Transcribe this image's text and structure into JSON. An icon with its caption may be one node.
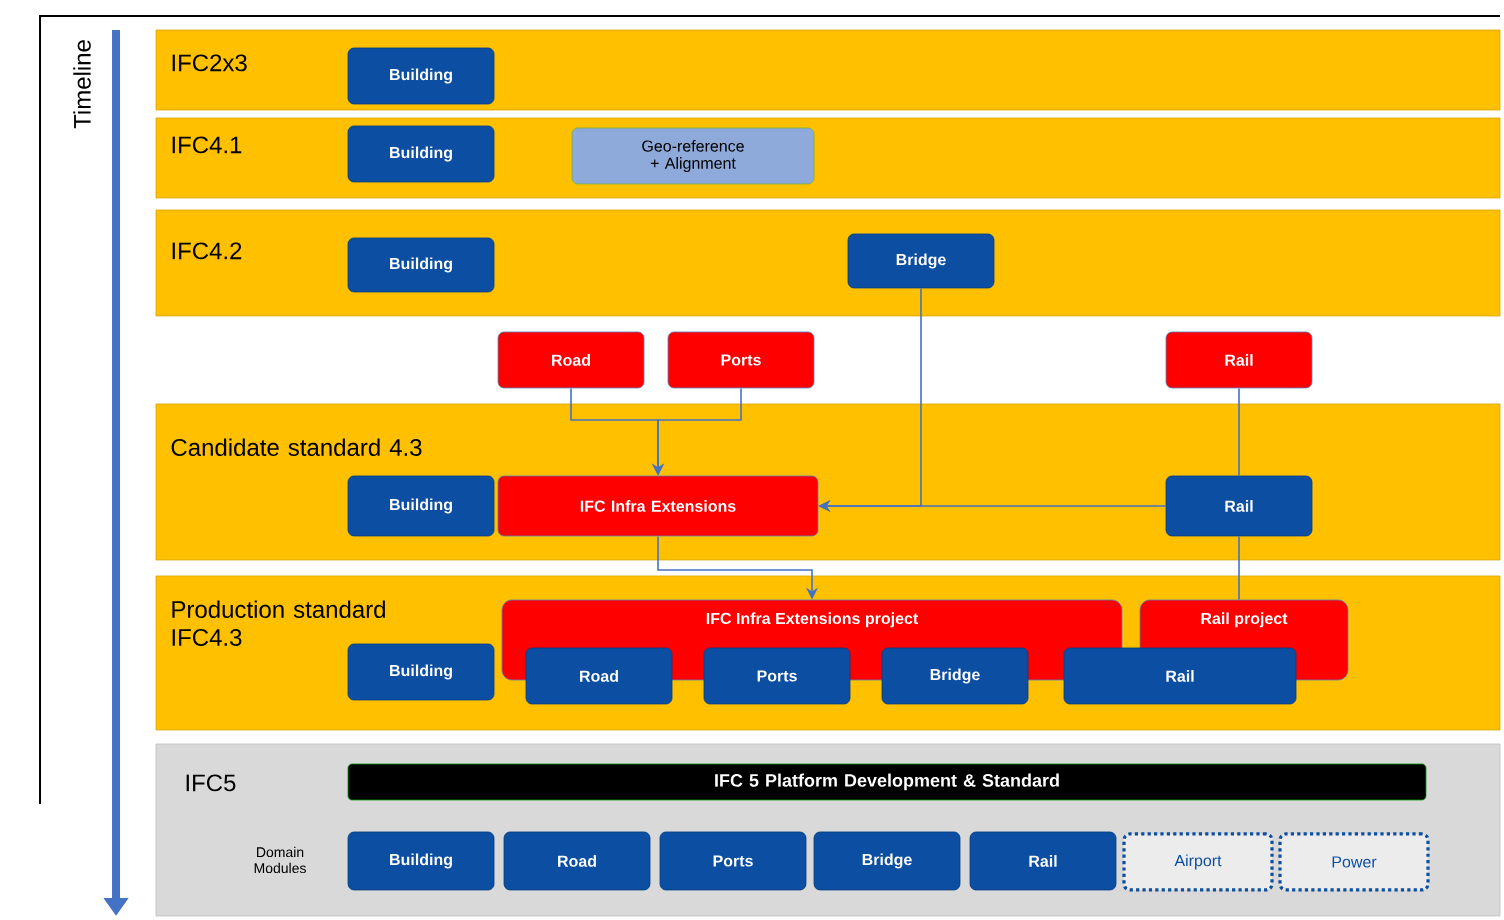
{
  "diagram": {
    "nodes": [
      {
        "text": [
          "IFC2x3"
        ]
      },
      {
        "text": [
          "IFC4.1"
        ]
      },
      {
        "text": [
          "IFC4.2"
        ]
      },
      {
        "text": [
          "Candidate standard 4.3"
        ]
      },
      {
        "text": [
          "Production standard IFC4.3"
        ]
      },
      {
        "text": [
          "IFC5",
          "Domain Modules"
        ]
      },
      {
        "text": [
          "Building"
        ],
        "in": 0
      },
      {
        "text": [
          "Building"
        ],
        "in": 1
      },
      {
        "text": [
          "Geo-reference + Alignment"
        ],
        "in": 1
      },
      {
        "text": [
          "Building"
        ],
        "in": 2
      },
      {
        "text": [
          "Bridge"
        ],
        "in": 2
      },
      {
        "text": [
          "Road"
        ]
      },
      {
        "text": [
          "Ports"
        ]
      },
      {
        "text": [
          "Rail"
        ]
      },
      {
        "text": [
          "Building"
        ],
        "in": 3
      },
      {
        "text": [
          "IFC Infra Extensions"
        ],
        "in": 3
      },
      {
        "text": [
          "Rail"
        ],
        "in": 3
      },
      {
        "text": [
          "IFC Infra Extensions project"
        ],
        "in": 4
      },
      {
        "text": [
          "Rail project"
        ],
        "in": 4
      },
      {
        "text": [
          "Building"
        ],
        "in": 4
      },
      {
        "text": [
          "Road"
        ],
        "in": 4
      },
      {
        "text": [
          "Ports"
        ],
        "in": 4
      },
      {
        "text": [
          "Bridge"
        ],
        "in": 4
      },
      {
        "text": [
          "Rail"
        ],
        "in": 4
      },
      {
        "text": [
          "IFC 5 Platform Development & Standard"
        ],
        "in": 5
      },
      {
        "text": [
          "Building"
        ],
        "in": 5
      },
      {
        "text": [
          "Road"
        ],
        "in": 5
      },
      {
        "text": [
          "Ports"
        ],
        "in": 5
      },
      {
        "text": [
          "Bridge"
        ],
        "in": 5
      },
      {
        "text": [
          "Rail"
        ],
        "in": 5
      },
      {
        "text": [
          "Airport"
        ],
        "in": 5
      },
      {
        "text": [
          "Power"
        ],
        "in": 5
      }
    ],
    "edges": [
      {
        "from": 11,
        "to": 15,
        "arrow": "to"
      },
      {
        "from": 12,
        "to": 15,
        "arrow": "to"
      },
      {
        "from": 10,
        "to": 15,
        "arrow": "to"
      },
      {
        "from": 16,
        "to": 15,
        "arrow": "to"
      },
      {
        "from": 13,
        "to": 16,
        "arrow": "none"
      },
      {
        "from": 16,
        "to": 18,
        "arrow": "none"
      },
      {
        "from": 15,
        "to": 17,
        "arrow": "to"
      }
    ],
    "labels": [
      "Timeline"
    ]
  }
}
